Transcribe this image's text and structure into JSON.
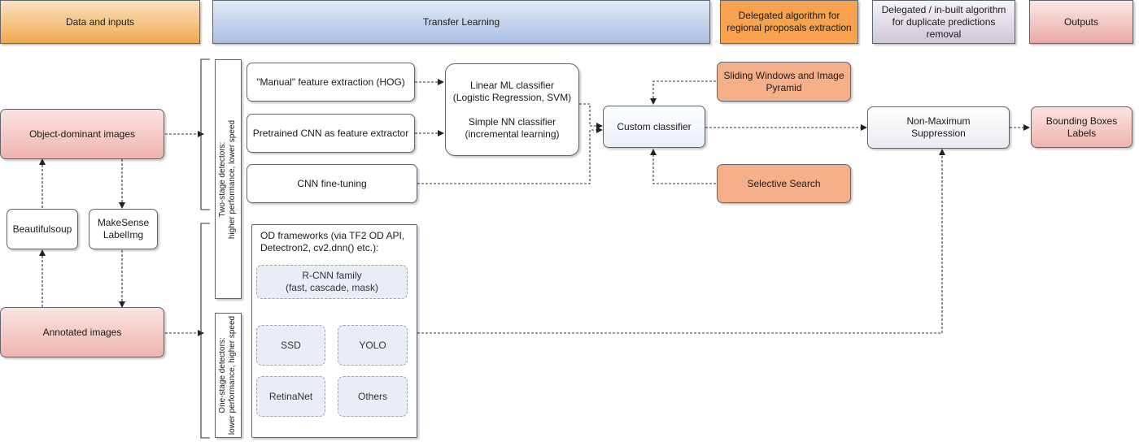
{
  "headers": {
    "data_inputs": "Data and inputs",
    "transfer_learning": "Transfer Learning",
    "regional_proposals": "Delegated algorithm for regional proposals extraction",
    "duplicate_removal": "Delegated / in-built algorithm for duplicate predictions removal",
    "outputs": "Outputs"
  },
  "data": {
    "object_dominant_images": "Object-dominant images",
    "beautifulsoup": "Beautifulsoup",
    "makesense_labelimg": "MakeSense\nLabelImg",
    "annotated_images": "Annotated images"
  },
  "stages": {
    "two_stage": "Two-stage detectors:\nhigher performance, lower speed",
    "one_stage": "One-stage detectors:\nlower performance, higher speed"
  },
  "transfer": {
    "manual_features": "\"Manual\" feature extraction (HOG)",
    "pretrained_cnn": "Pretrained CNN as feature extractor",
    "cnn_finetuning": "CNN fine-tuning",
    "classifier": "Linear ML classifier\n(Logistic Regression, SVM)\n\nSimple NN classifier\n(incremental learning)"
  },
  "frameworks": {
    "title": "OD frameworks (via TF2 OD API,\nDetectron2, cv2.dnn() etc.):",
    "rcnn": "R-CNN family\n(fast, cascade, mask)",
    "ssd": "SSD",
    "yolo": "YOLO",
    "retinanet": "RetinaNet",
    "others": "Others"
  },
  "custom_classifier": "Custom classifier",
  "regions": {
    "sliding_windows": "Sliding Windows and Image\nPyramid",
    "selective_search": "Selective Search"
  },
  "nms": "Non-Maximum\nSuppression",
  "outputs": {
    "bounding_boxes": "Bounding Boxes\nLabels"
  }
}
